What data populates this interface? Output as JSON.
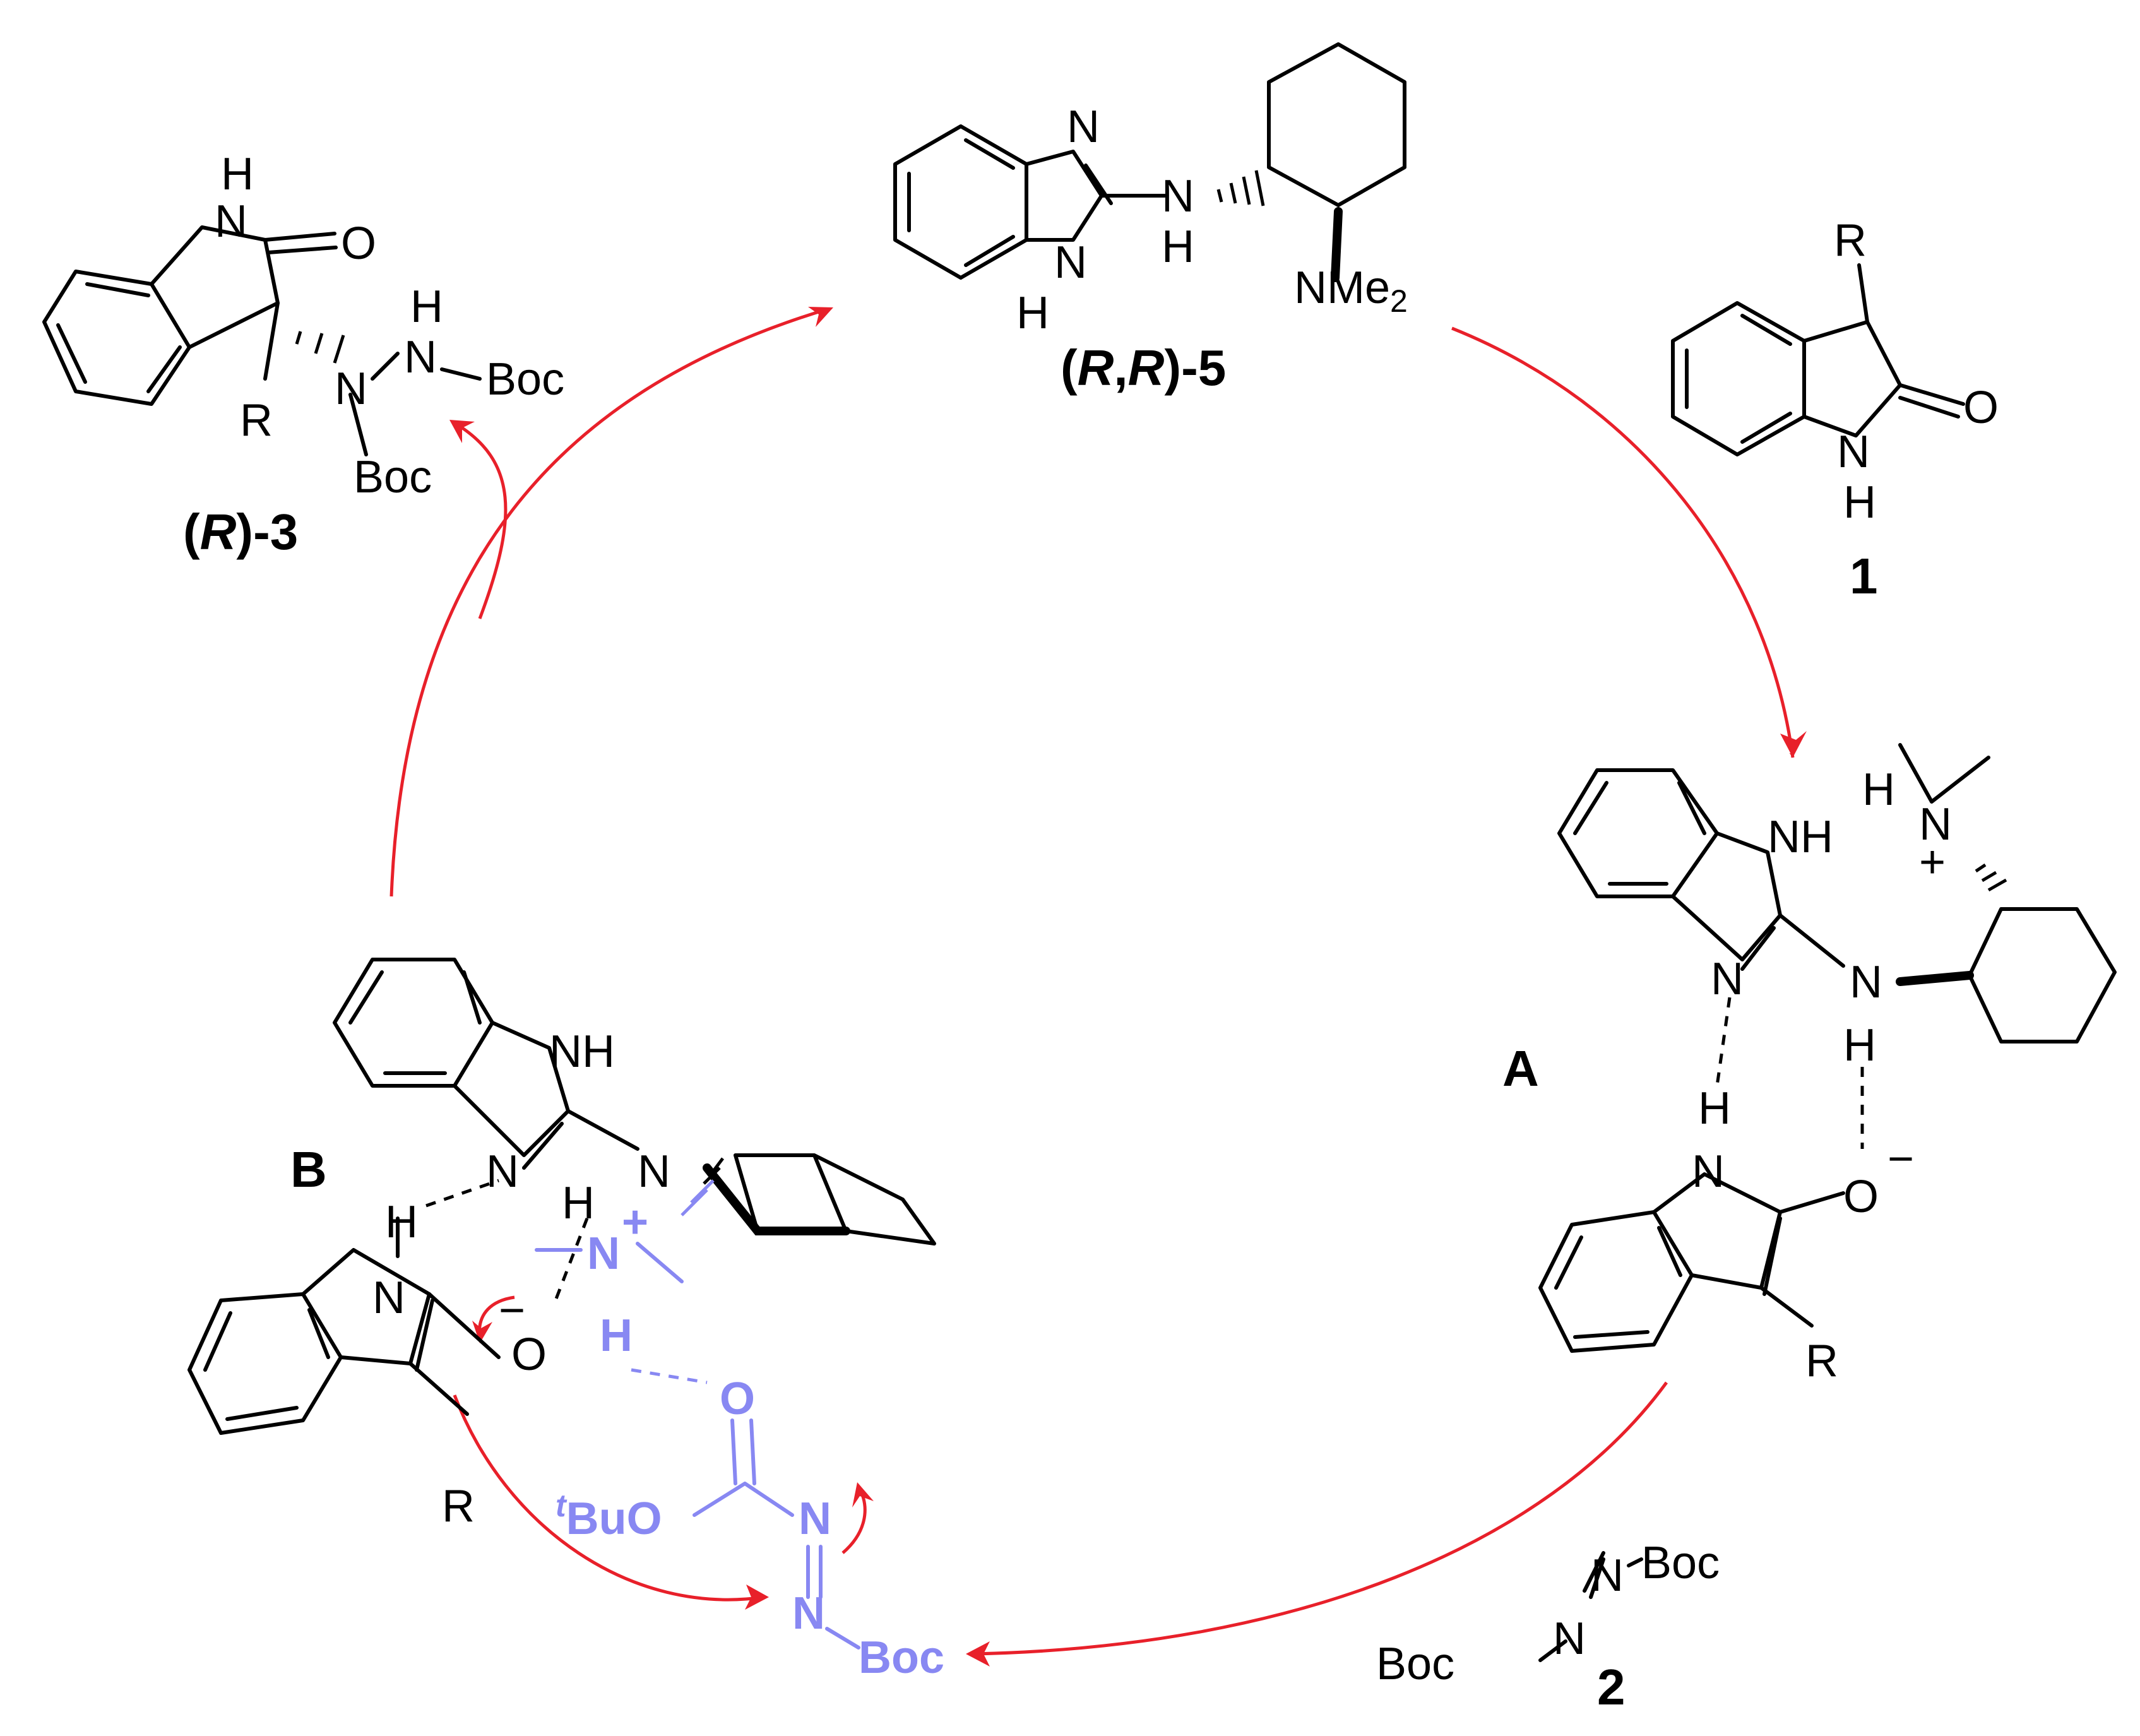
{
  "compounds": {
    "catalyst": {
      "label": "(R,R)-5",
      "label_parts": [
        "(",
        "R",
        ",",
        "R",
        ")-5"
      ],
      "amine": "NMe",
      "amine_sub": "2"
    },
    "oxindole": {
      "label": "1",
      "substituent": "R"
    },
    "azodicarboxylate": {
      "label": "2",
      "groups": [
        "Boc",
        "Boc"
      ]
    },
    "product": {
      "label": "(R)-3",
      "label_parts": [
        "(",
        "R",
        ")-3"
      ],
      "substituent": "R",
      "groups": [
        "Boc",
        "Boc"
      ]
    },
    "intermediate_a": {
      "label": "A",
      "charge_plus": "+",
      "charge_minus": "−"
    },
    "intermediate_b": {
      "label": "B",
      "tbu_prefix": "t",
      "tbu_rest": "BuO",
      "boc": "Boc"
    }
  },
  "atoms": {
    "N": "N",
    "H": "H",
    "O": "O",
    "NH": "NH",
    "R": "R"
  },
  "colors": {
    "arrow": "#e8202a",
    "highlight": "#8888f2",
    "ink": "#000000"
  }
}
